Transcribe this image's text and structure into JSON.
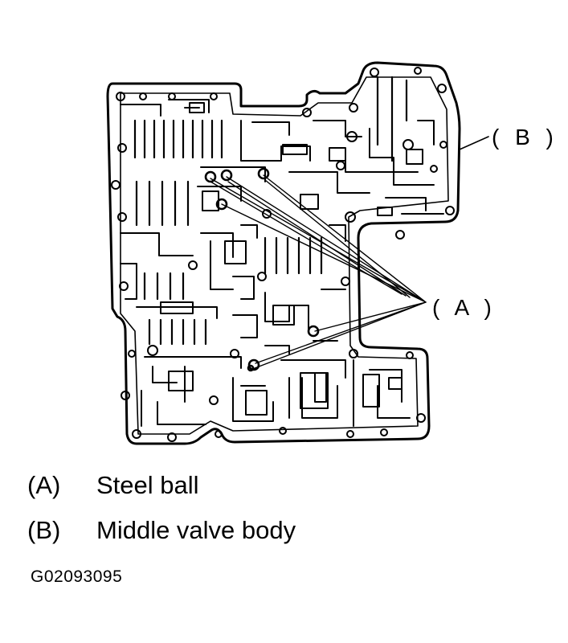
{
  "callouts": {
    "a": "( A )",
    "b": "( B )"
  },
  "legend": [
    {
      "key": "(A)",
      "text": "Steel ball"
    },
    {
      "key": "(B)",
      "text": "Middle valve body"
    }
  ],
  "figure_code": "G02093095",
  "colors": {
    "ink": "#000000",
    "background": "#ffffff"
  }
}
